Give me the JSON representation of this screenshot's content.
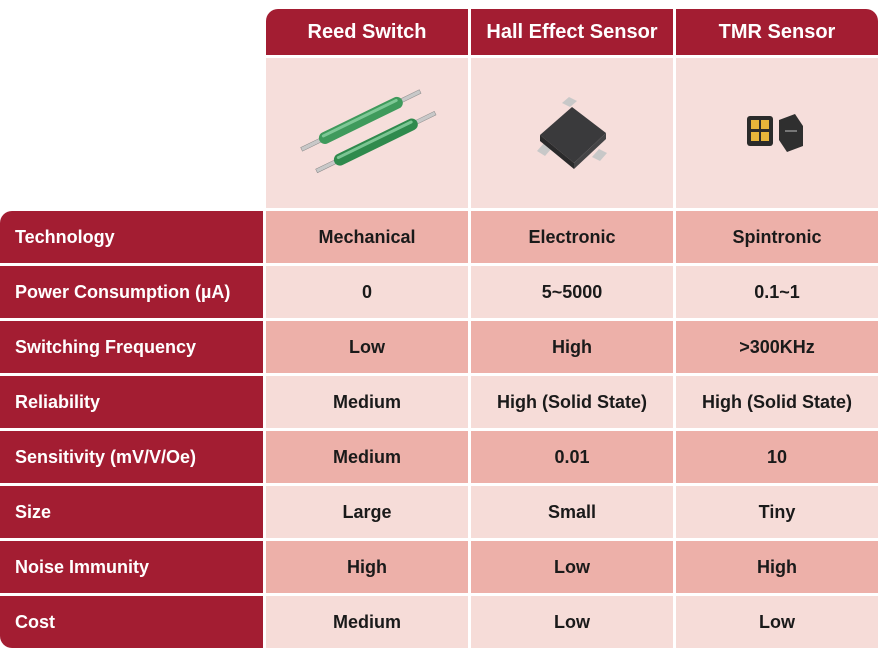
{
  "columns": [
    "Reed Switch",
    "Hall Effect Sensor",
    "TMR Sensor"
  ],
  "images": [
    "reed-switch-icon",
    "hall-sensor-chip-icon",
    "tmr-sensor-chip-icon"
  ],
  "rows": [
    {
      "label": "Technology",
      "values": [
        "Mechanical",
        "Electronic",
        "Spintronic"
      ]
    },
    {
      "label": "Power Consumption (µA)",
      "values": [
        "0",
        "5~5000",
        "0.1~1"
      ]
    },
    {
      "label": "Switching Frequency",
      "values": [
        "Low",
        "High",
        ">300KHz"
      ]
    },
    {
      "label": "Reliability",
      "values": [
        "Medium",
        "High (Solid State)",
        "High (Solid State)"
      ]
    },
    {
      "label": "Sensitivity (mV/V/Oe)",
      "values": [
        "Medium",
        "0.01",
        "10"
      ]
    },
    {
      "label": "Size",
      "values": [
        "Large",
        "Small",
        "Tiny"
      ]
    },
    {
      "label": "Noise Immunity",
      "values": [
        "High",
        "Low",
        "High"
      ]
    },
    {
      "label": "Cost",
      "values": [
        "Medium",
        "Low",
        "Low"
      ]
    }
  ],
  "colors": {
    "header": "#a31d32",
    "cell_dark": "#edb0a9",
    "cell_light": "#f6dcd8"
  }
}
